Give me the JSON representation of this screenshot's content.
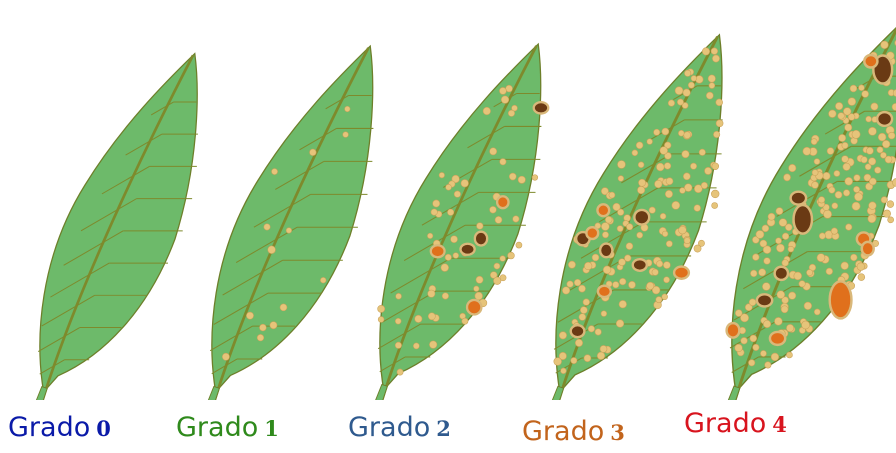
{
  "colors": {
    "leaf_fill": "#6dba6a",
    "leaf_outline": "#6d7f2a",
    "vein": "#7e8a2c",
    "spot_fill": "#e6c47a",
    "spot_edge": "#c9a25a",
    "lesion_dark": "#6a3a14",
    "lesion_orange": "#e0701c"
  },
  "grades": [
    {
      "word": "Grado",
      "number": "0",
      "color": "#0a1aa8",
      "spots": 0,
      "lesions": 0
    },
    {
      "word": "Grado",
      "number": "1",
      "color": "#2f8a1c",
      "spots": 14,
      "lesions": 0
    },
    {
      "word": "Grado",
      "number": "2",
      "color": "#2f5a8e",
      "spots": 60,
      "lesions": 6
    },
    {
      "word": "Grado",
      "number": "3",
      "color": "#c2641c",
      "spots": 150,
      "lesions": 9
    },
    {
      "word": "Grado",
      "number": "4",
      "color": "#d8141e",
      "spots": 200,
      "lesions": 12
    }
  ]
}
